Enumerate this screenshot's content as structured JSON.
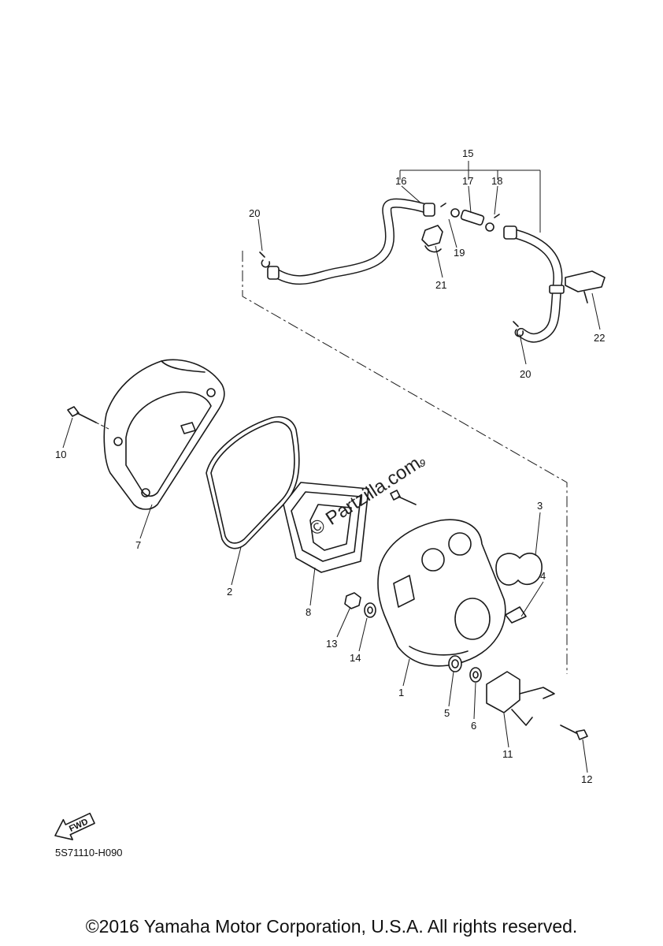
{
  "callouts": [
    "1",
    "2",
    "3",
    "4",
    "5",
    "6",
    "7",
    "8",
    "9",
    "10",
    "11",
    "12",
    "13",
    "14",
    "15",
    "16",
    "17",
    "18",
    "19",
    "20",
    "20",
    "21",
    "22"
  ],
  "fwd_label": "FWD",
  "diagram_code": "5S71110-H090",
  "watermark": "© Partzilla.com",
  "copyright": "©2016 Yamaha Motor Corporation, U.S.A. All rights reserved."
}
